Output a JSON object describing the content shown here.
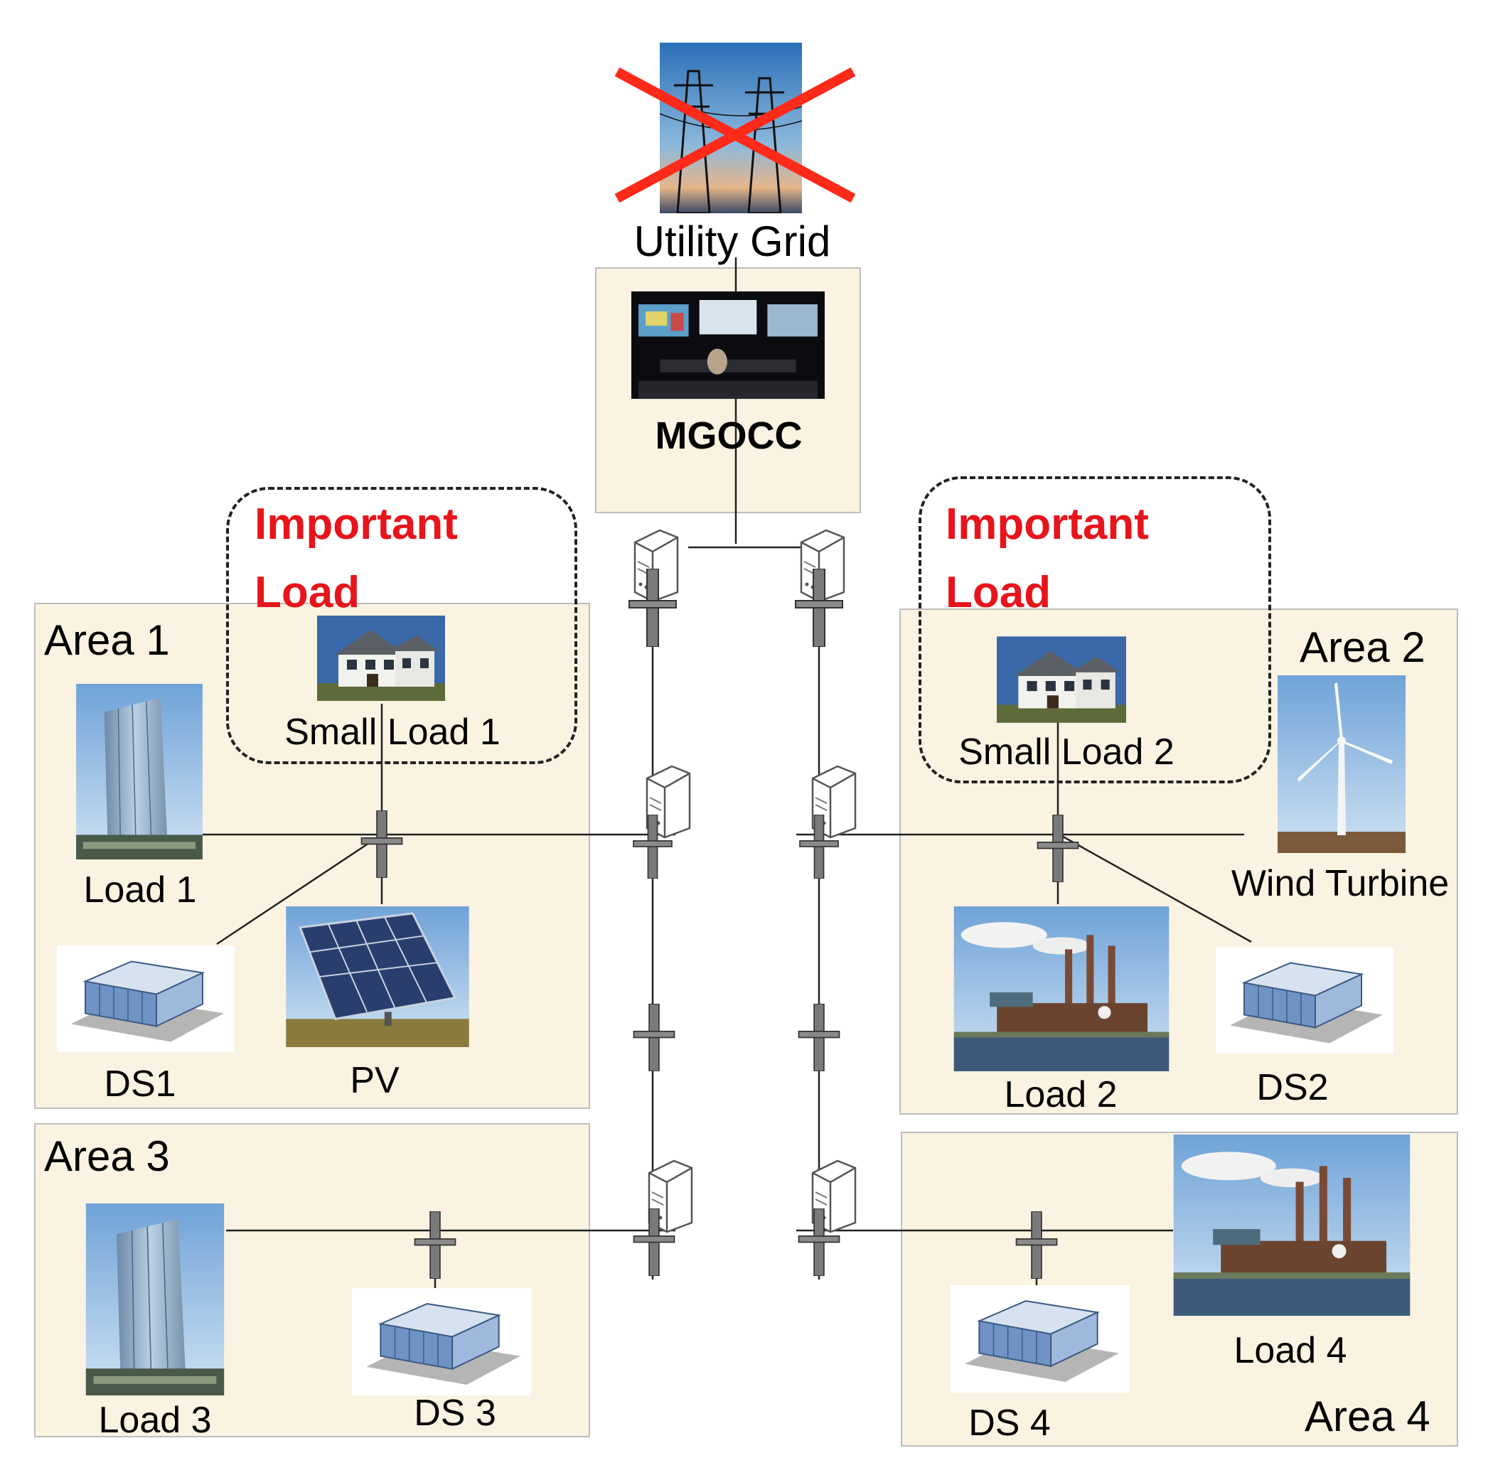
{
  "utility_grid": {
    "label": "Utility Grid"
  },
  "mgocc": {
    "label": "MGOCC"
  },
  "important_load_left": {
    "line1": "Important",
    "line2": "Load"
  },
  "important_load_right": {
    "line1": "Important",
    "line2": "Load"
  },
  "areas": {
    "area1": {
      "label": "Area 1"
    },
    "area2": {
      "label": "Area 2"
    },
    "area3": {
      "label": "Area 3"
    },
    "area4": {
      "label": "Area 4"
    }
  },
  "components": {
    "small_load_1": "Small Load 1",
    "small_load_2": "Small Load 2",
    "load_1": "Load 1",
    "load_2": "Load 2",
    "load_3": "Load 3",
    "load_4": "Load 4",
    "ds1": "DS1",
    "ds2": "DS2",
    "ds3": "DS 3",
    "ds4": "DS 4",
    "pv": "PV",
    "wind_turbine": "Wind Turbine"
  },
  "colors": {
    "area_fill": "#fbf3e1",
    "important_text": "#e8141b",
    "cross": "#ff2a1a"
  }
}
